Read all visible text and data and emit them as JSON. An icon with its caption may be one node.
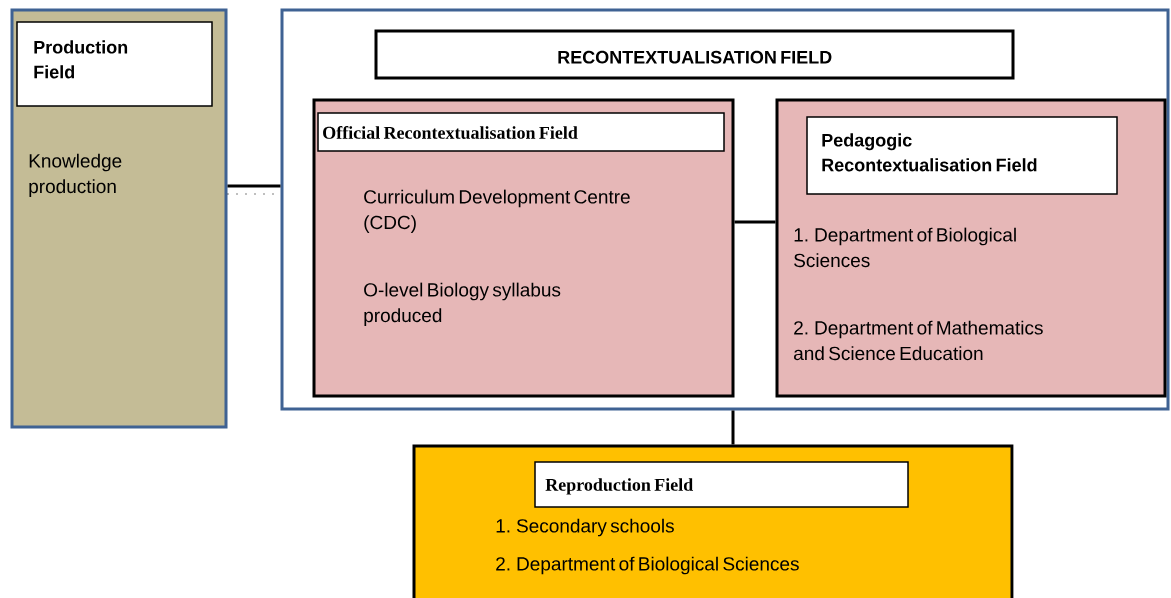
{
  "diagram": {
    "nodes": [
      {
        "text": [
          "Knowledge production"
        ]
      },
      {
        "text": [
          "Production Field"
        ],
        "in": 0
      },
      {
        "text": [],
        "shape": "box"
      },
      {
        "text": [
          "RECONTEXTUALISATION FIELD"
        ],
        "in": 2
      },
      {
        "text": [
          "Curriculum Development Centre (CDC)",
          "O-level Biology syllabus produced"
        ],
        "in": 2
      },
      {
        "text": [
          "Official Recontextualisation Field"
        ],
        "in": 4
      },
      {
        "text": [
          "1. Department of Biological Sciences",
          "2. Department of Mathematics and Science Education"
        ],
        "in": 2
      },
      {
        "text": [
          "Pedagogic Recontextualisation Field"
        ],
        "in": 6
      },
      {
        "text": [
          "1.  Secondary schools",
          "2.  Department of Biological Sciences"
        ]
      },
      {
        "text": [
          "Reproduction  Field"
        ],
        "in": 8
      }
    ],
    "edges": [
      {
        "from": 0,
        "to": 2,
        "arrow": "none"
      },
      {
        "from": 0,
        "to": 2,
        "arrow": "none",
        "style": "dashed"
      },
      {
        "from": 4,
        "to": 6,
        "arrow": "none"
      },
      {
        "from": 2,
        "to": 8,
        "arrow": "none"
      }
    ]
  }
}
